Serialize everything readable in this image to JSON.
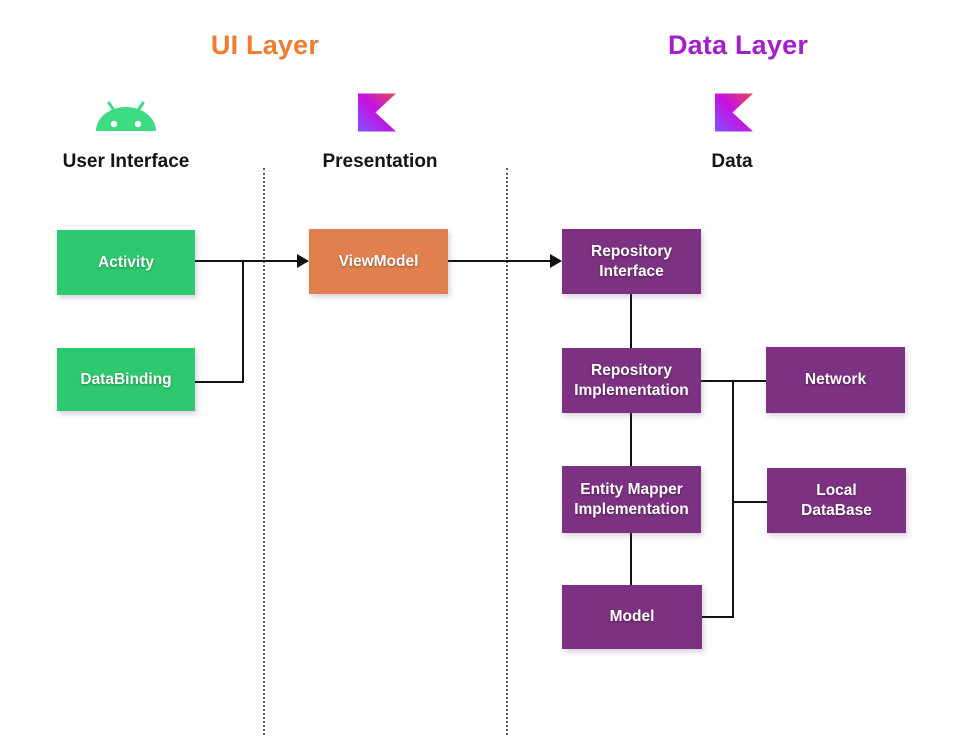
{
  "titles": {
    "ui_layer": "UI Layer",
    "data_layer": "Data Layer"
  },
  "sections": [
    {
      "label": "User Interface",
      "icon": "android-icon"
    },
    {
      "label": "Presentation",
      "icon": "kotlin-icon"
    },
    {
      "label": "Data",
      "icon": "kotlin-icon"
    }
  ],
  "nodes": {
    "activity": {
      "label": "Activity",
      "color": "#2EC96F"
    },
    "databinding": {
      "label": "DataBinding",
      "color": "#2EC96F"
    },
    "viewmodel": {
      "label": "ViewModel",
      "color": "#E0804E"
    },
    "repository_interface": {
      "label": "Repository\nInterface",
      "color": "#7C3182"
    },
    "repository_implementation": {
      "label": "Repository\nImplementation",
      "color": "#7C3182"
    },
    "network": {
      "label": "Network",
      "color": "#7C3182"
    },
    "entity_mapper": {
      "label": "Entity Mapper\nImplementation",
      "color": "#7C3182"
    },
    "local_database": {
      "label": "Local\nDataBase",
      "color": "#7C3182"
    },
    "model": {
      "label": "Model",
      "color": "#7C3182"
    }
  },
  "colors": {
    "ui_layer_title": "#ED7D31",
    "data_layer_title": "#A21FC9",
    "android_green": "#3DDC84",
    "kotlin_gradient": [
      "#E44857",
      "#C711E1",
      "#7F52FF"
    ],
    "connector": "#121212"
  }
}
